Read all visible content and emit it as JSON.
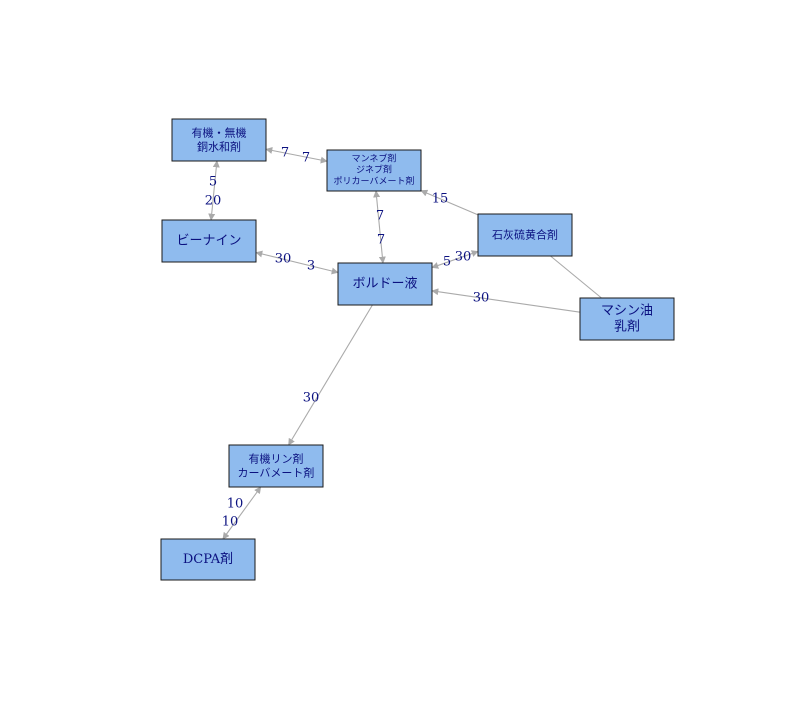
{
  "colors": {
    "node_fill": "#8fbbee",
    "node_border": "#1a1a1a",
    "text": "#0b1180",
    "edge": "#aaaaaa"
  },
  "nodes": [
    {
      "id": "organic_inorganic_copper",
      "lines": [
        "有機・無機",
        "銅水和剤"
      ]
    },
    {
      "id": "maneb",
      "lines": [
        "マンネブ剤",
        "ジネブ剤",
        "ポリカーバメート剤"
      ]
    },
    {
      "id": "binain",
      "lines": [
        "ビーナイン"
      ]
    },
    {
      "id": "bordeaux",
      "lines": [
        "ボルドー液"
      ]
    },
    {
      "id": "lime_sulfur",
      "lines": [
        "石灰硫黄合剤"
      ]
    },
    {
      "id": "machine_oil",
      "lines": [
        "マシン油",
        "乳剤"
      ]
    },
    {
      "id": "organophosphate",
      "lines": [
        "有機リン剤",
        "カーバメート剤"
      ]
    },
    {
      "id": "dcpa",
      "lines": [
        "DCPA剤"
      ]
    }
  ],
  "edges": [
    {
      "source": "organic_inorganic_copper",
      "target": "maneb",
      "label_source": "7",
      "label_target": "7",
      "arrow_source": true,
      "arrow_target": true
    },
    {
      "source": "organic_inorganic_copper",
      "target": "binain",
      "label_source": "5",
      "label_target": "20",
      "arrow_source": true,
      "arrow_target": true
    },
    {
      "source": "maneb",
      "target": "bordeaux",
      "label_source": "7",
      "label_target": "7",
      "arrow_source": true,
      "arrow_target": true
    },
    {
      "source": "lime_sulfur",
      "target": "maneb",
      "label_source": "",
      "label_target": "15",
      "arrow_source": false,
      "arrow_target": true
    },
    {
      "source": "binain",
      "target": "bordeaux",
      "label_source": "30",
      "label_target": "3",
      "arrow_source": true,
      "arrow_target": true
    },
    {
      "source": "lime_sulfur",
      "target": "bordeaux",
      "label_source": "30",
      "label_target": "5",
      "arrow_source": true,
      "arrow_target": true
    },
    {
      "source": "machine_oil",
      "target": "bordeaux",
      "label_source": "",
      "label_target": "30",
      "arrow_source": false,
      "arrow_target": true
    },
    {
      "source": "lime_sulfur",
      "target": "machine_oil",
      "label_source": "",
      "label_target": "",
      "arrow_source": false,
      "arrow_target": false
    },
    {
      "source": "bordeaux",
      "target": "organophosphate",
      "label_source": "",
      "label_target": "30",
      "arrow_source": false,
      "arrow_target": true
    },
    {
      "source": "organophosphate",
      "target": "dcpa",
      "label_source": "10",
      "label_target": "10",
      "arrow_source": true,
      "arrow_target": true
    }
  ]
}
